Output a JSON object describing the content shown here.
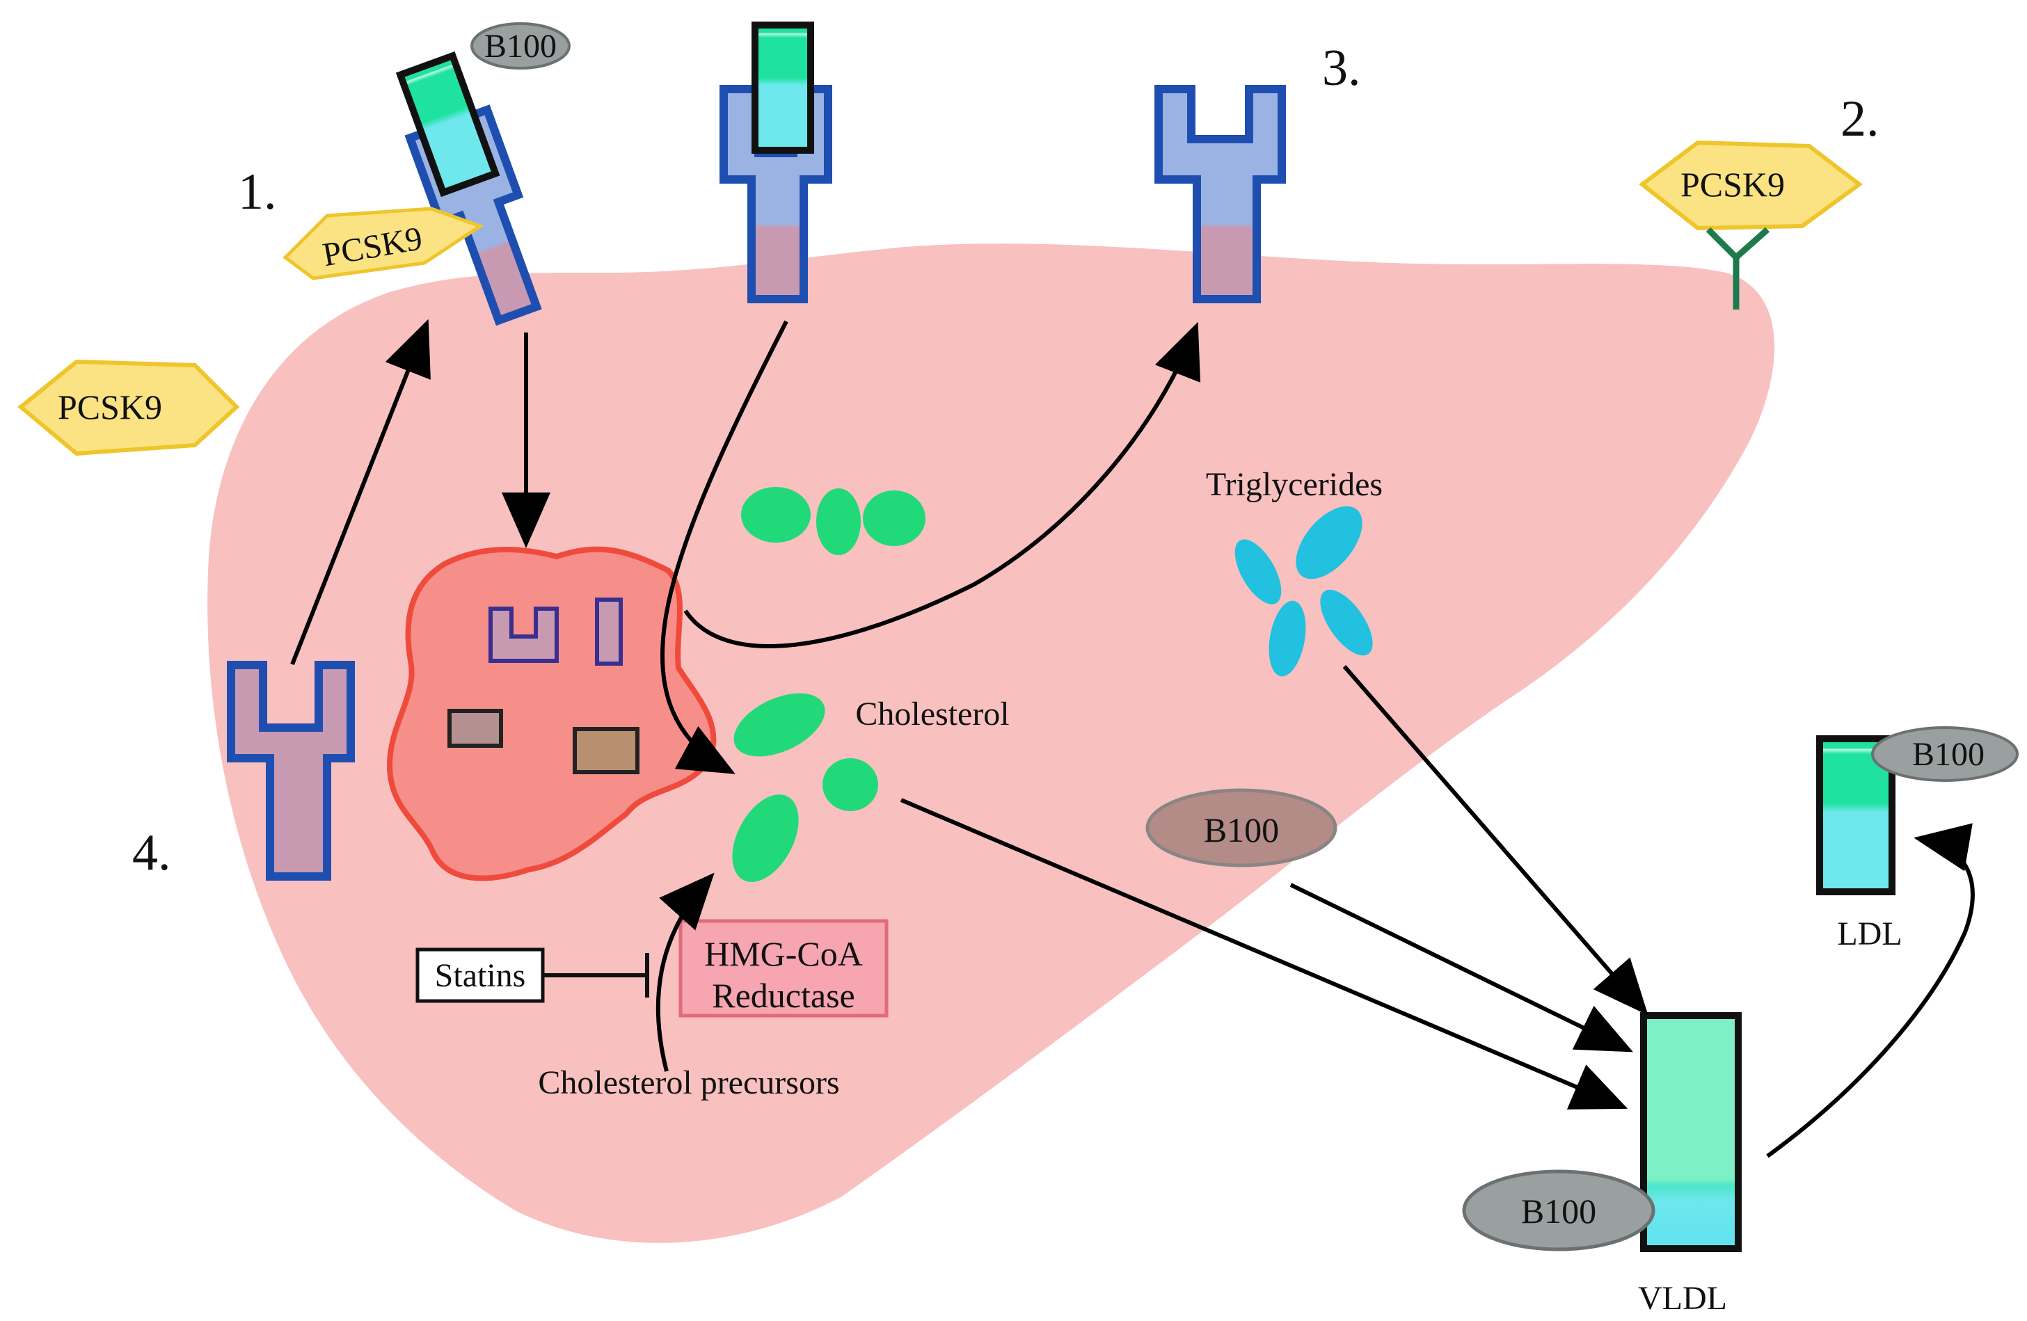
{
  "steps": {
    "one": "1.",
    "two": "2.",
    "three": "3.",
    "four": "4."
  },
  "pcsk9_label": "PCSK9",
  "b100_label": "B100",
  "labels": {
    "triglycerides": "Triglycerides",
    "cholesterol": "Cholesterol",
    "statins": "Statins",
    "hmg_line1": "HMG-CoA",
    "hmg_line2": "Reductase",
    "precursors": "Cholesterol precursors",
    "ldl": "LDL",
    "vldl": "VLDL"
  },
  "colors": {
    "cell": "#f9c0c0",
    "lysosome": "#f68f8a",
    "lysosome_border": "#ef4b3c",
    "receptor_fill": "#9bb3e3",
    "receptor_border": "#1e4fb0",
    "pcsk9": "#fbe383",
    "pcsk9_border": "#eec52b",
    "cholesterol_green": "#22d97a",
    "triglyceride_blue": "#22c1df",
    "ldl_green": "#1fe2a0",
    "ldl_cyan": "#6ee7ed",
    "b100_grey": "#9aa0a0",
    "b100_brown": "#b38b87",
    "hmg_box": "#f6a5b1",
    "antibody": "#1e7a4c"
  }
}
